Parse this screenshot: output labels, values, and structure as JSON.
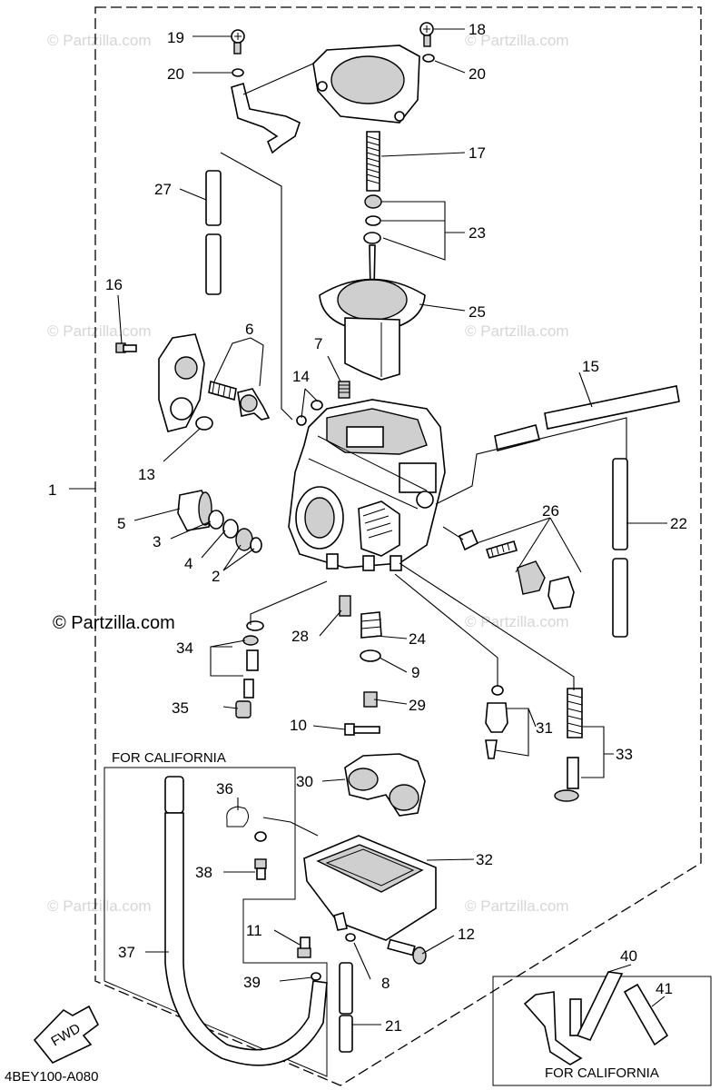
{
  "watermarks": {
    "faint": "© Partzilla.com",
    "main": "© Partzilla.com"
  },
  "diagram_code": "4BEY100-A080",
  "fwd_label": "FWD",
  "california_labels": [
    "FOR CALIFORNIA",
    "FOR CALIFORNIA"
  ],
  "callouts": [
    "1",
    "2",
    "3",
    "4",
    "5",
    "6",
    "7",
    "8",
    "9",
    "10",
    "11",
    "12",
    "13",
    "14",
    "15",
    "16",
    "17",
    "18",
    "19",
    "20",
    "20",
    "21",
    "22",
    "23",
    "24",
    "25",
    "26",
    "27",
    "28",
    "29",
    "30",
    "31",
    "32",
    "33",
    "34",
    "35",
    "36",
    "37",
    "38",
    "39",
    "40",
    "41"
  ],
  "colors": {
    "line": "#000000",
    "watermark": "#d6d6d6",
    "background": "#ffffff"
  }
}
